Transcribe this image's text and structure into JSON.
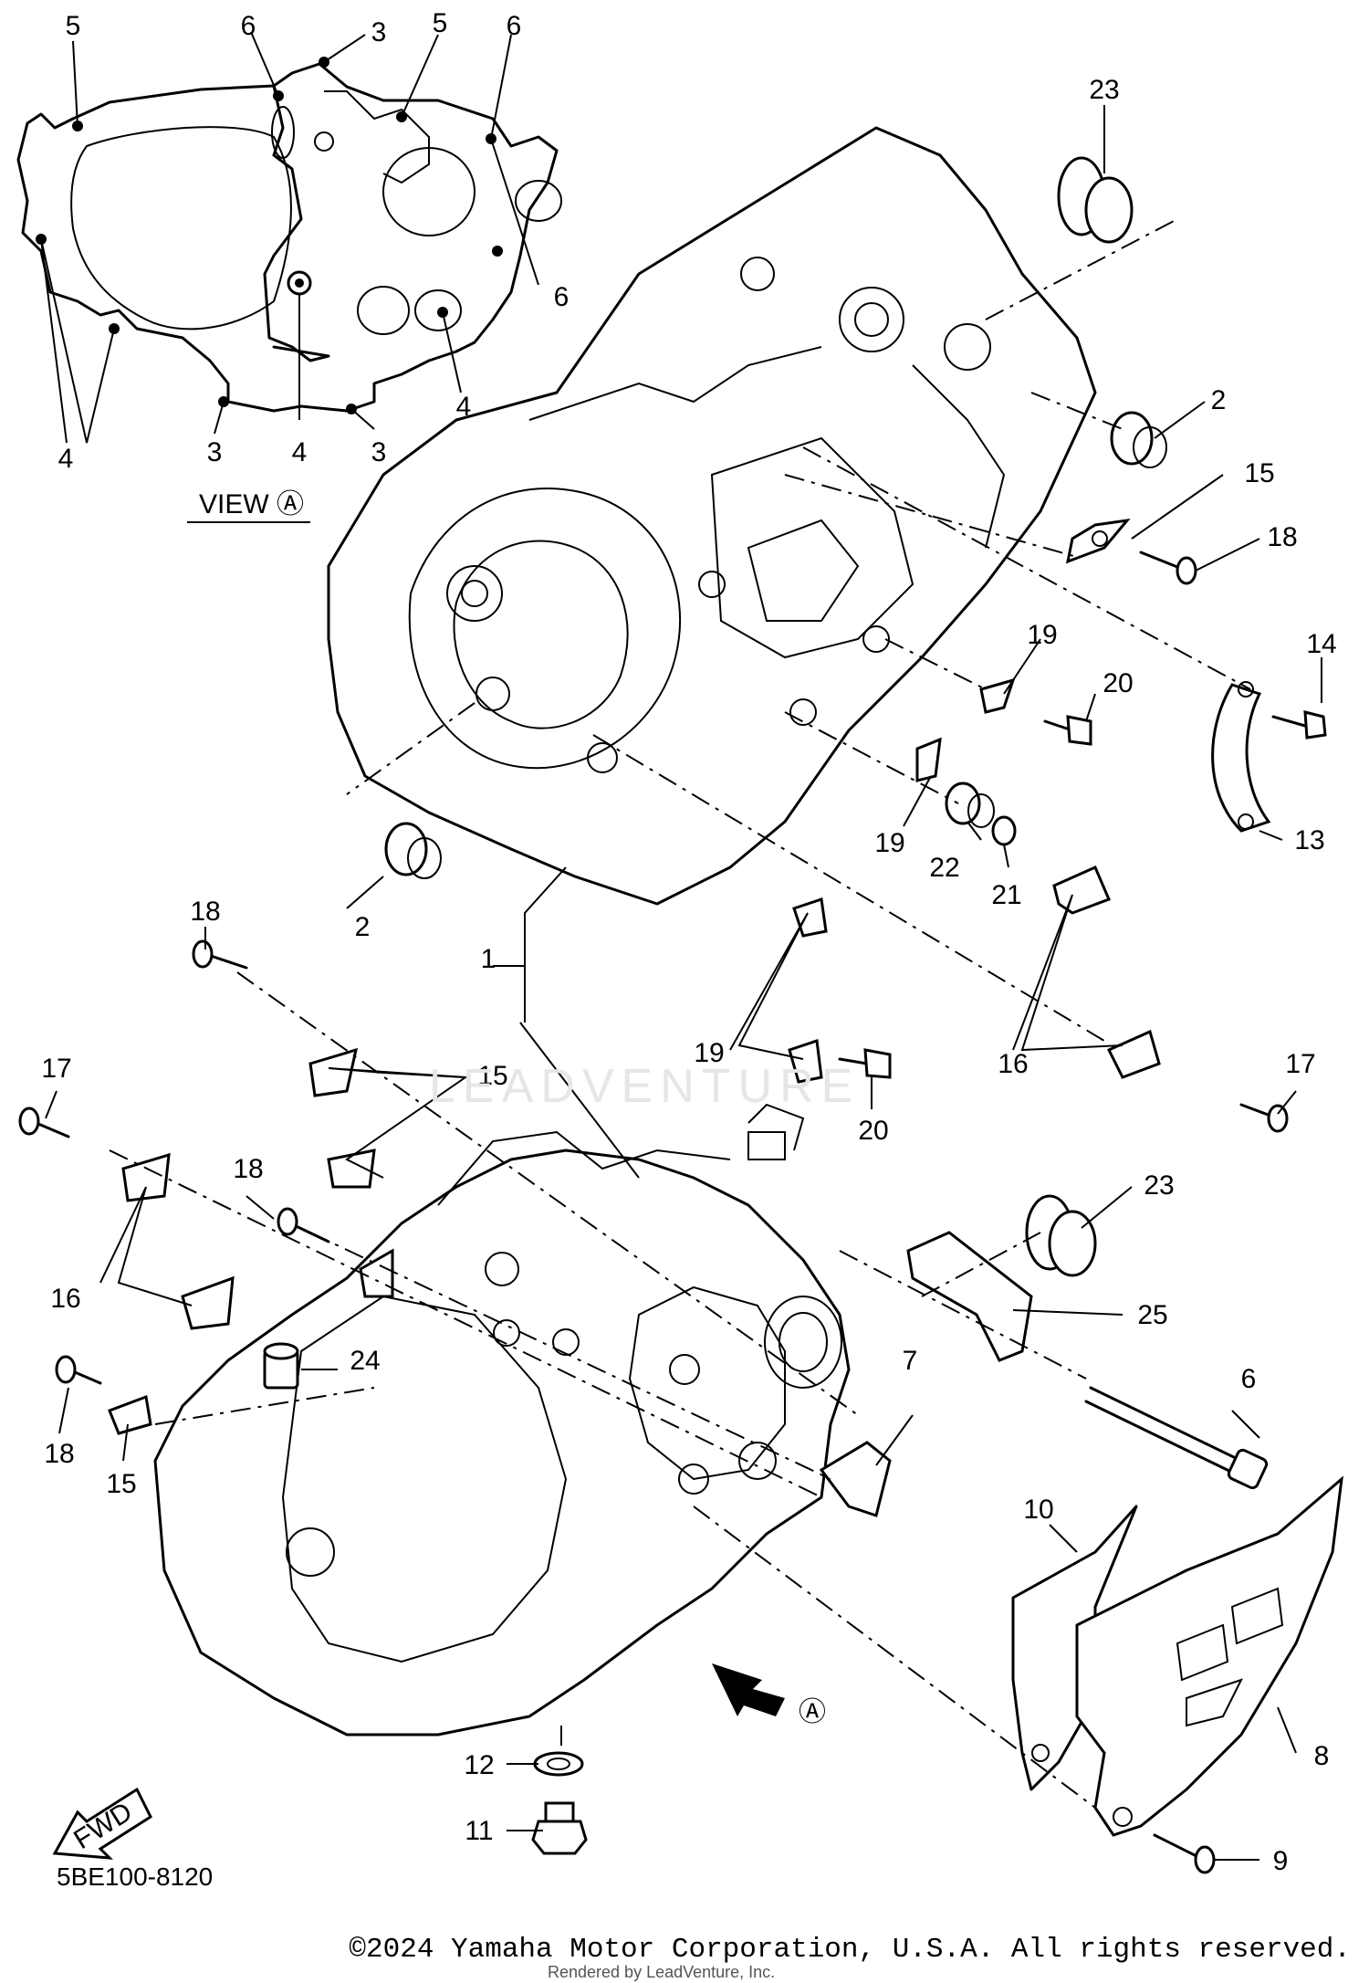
{
  "view_label": "VIEW Ⓐ",
  "view_marker": "Ⓐ",
  "fwd_label": "FWD",
  "diagram_code": "5BE100-8120",
  "copyright": "©2024 Yamaha Motor Corporation, U.S.A. All rights reserved.",
  "rendered_by": "Rendered by LeadVenture, Inc.",
  "watermark": "LEADVENTURE",
  "callouts": {
    "v5a": "5",
    "v6a": "6",
    "v3a": "3",
    "v5b": "5",
    "v6b": "6",
    "v6c": "6",
    "v4a": "4",
    "v3b": "3",
    "v4b": "4",
    "v3c": "3",
    "v4c": "4",
    "p23a": "23",
    "p2a": "2",
    "p15a": "15",
    "p18a": "18",
    "p14": "14",
    "p19a": "19",
    "p20a": "20",
    "p13": "13",
    "p19b": "19",
    "p22": "22",
    "p21": "21",
    "p2b": "2",
    "p18b": "18",
    "p1": "1",
    "p19c": "19",
    "p16a": "16",
    "p17a": "17",
    "p20b": "20",
    "p15b": "15",
    "p17b": "17",
    "p18c": "18",
    "p16b": "16",
    "p23b": "23",
    "p25": "25",
    "p24": "24",
    "p7": "7",
    "p6": "6",
    "p18d": "18",
    "p15c": "15",
    "p10": "10",
    "p8": "8",
    "p12": "12",
    "p11": "11",
    "p9": "9"
  }
}
